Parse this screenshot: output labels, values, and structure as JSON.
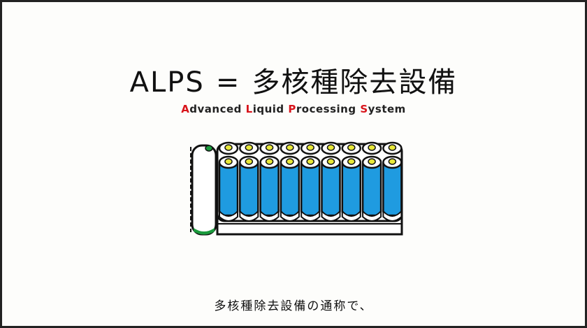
{
  "title": {
    "acronym": "ALPS",
    "equals": "=",
    "japanese": "多核種除去設備"
  },
  "subtitle": {
    "words": [
      {
        "initial": "A",
        "rest": "dvanced"
      },
      {
        "initial": "L",
        "rest": "iquid"
      },
      {
        "initial": "P",
        "rest": "rocessing"
      },
      {
        "initial": "S",
        "rest": "ystem"
      }
    ]
  },
  "caption": "多核種除去設備の通称で、",
  "colors": {
    "accent_red": "#d8141b",
    "vessel_blue": "#1f9be0",
    "cap_yellow": "#e8e83a",
    "roll_green": "#1a9a3c"
  }
}
